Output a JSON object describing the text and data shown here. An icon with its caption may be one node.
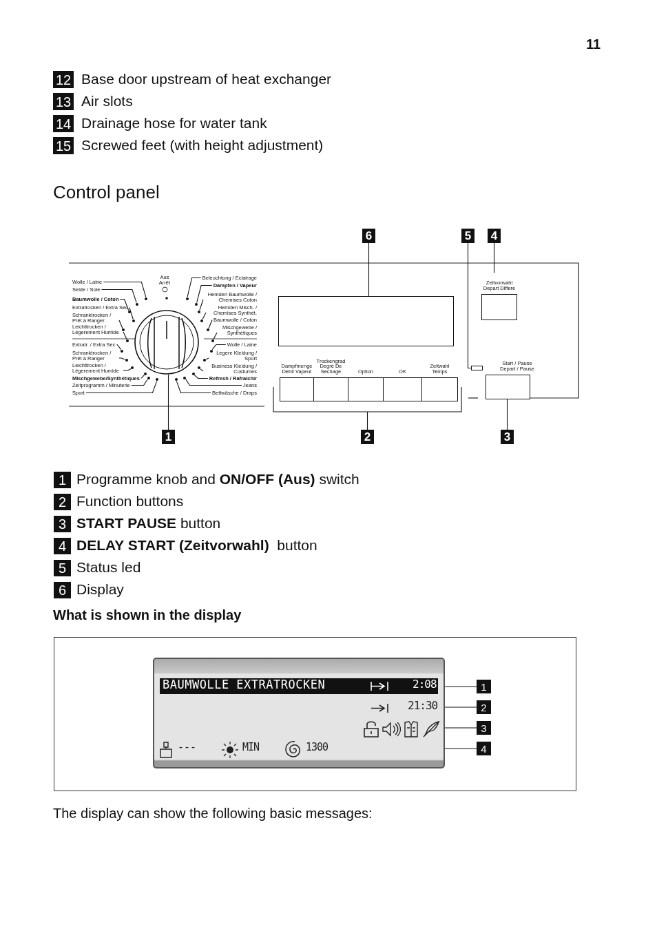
{
  "diagram": {
    "nodes": [
      {
        "text": [
          "6"
        ]
      },
      {
        "text": [
          "5"
        ]
      },
      {
        "text": [
          "4"
        ]
      },
      {
        "text": [
          "Wolle / Laine"
        ]
      },
      {
        "text": [
          "Seide / Soie"
        ]
      },
      {
        "text": [
          "Baumwolle / Coton"
        ]
      },
      {
        "text": [
          "Extratrocken / Extra Sec"
        ]
      },
      {
        "text": [
          "Schranktrocken / Prêt à Ranger"
        ]
      },
      {
        "text": [
          "Leichttrocken / Légerement Humide"
        ]
      },
      {
        "text": [
          "Extratr. / Extra Sec"
        ]
      },
      {
        "text": [
          "Schranktrocken / Prêt à Ranger"
        ]
      },
      {
        "text": [
          "Leichttrocken / Légerement Humide"
        ]
      },
      {
        "text": [
          "Mischgewebe/Synthétiques"
        ]
      },
      {
        "text": [
          "Zeitprogramm / Minuterie"
        ]
      },
      {
        "text": [
          "Sport"
        ]
      },
      {
        "text": [
          "Beleuchtung / Eclairage"
        ]
      },
      {
        "text": [
          "Dampfen / Vapeur"
        ]
      },
      {
        "text": [
          "Hemden Baumwolle / Chemises Coton"
        ]
      },
      {
        "text": [
          "Hemden Misch. / Chemises Synthét."
        ]
      },
      {
        "text": [
          "Baumwolle / Coton"
        ]
      },
      {
        "text": [
          "Mischgewebe / Synthétiques"
        ]
      },
      {
        "text": [
          "Wolle / Laine"
        ]
      },
      {
        "text": [
          "Legere Kleidung / Sport"
        ]
      },
      {
        "text": [
          "Business Kleidung / Costumes"
        ]
      },
      {
        "text": [
          "Refresh / Rafraîchir"
        ]
      },
      {
        "text": [
          "Jeans"
        ]
      },
      {
        "text": [
          "Bettwäsche / Draps"
        ]
      },
      {
        "text": [],
        "shape": "circle"
      },
      {
        "text": [],
        "shape": "box"
      },
      {
        "text": [
          "Zeitvorwahl Depart Differe"
        ]
      },
      {
        "text": [],
        "shape": "box"
      },
      {
        "text": [],
        "shape": "bar"
      },
      {
        "text": [
          "Dampfmenge Debit Vapeur"
        ],
        "in": 31
      },
      {
        "text": [
          "Trockengrad Degré De Séchage"
        ],
        "in": 31
      },
      {
        "text": [
          "Option"
        ],
        "in": 31
      },
      {
        "text": [
          "OK"
        ],
        "in": 31
      },
      {
        "text": [
          "Zeitwahl Temps"
        ],
        "in": 31
      },
      {
        "text": [
          "Start / Pause Depart / Pause"
        ]
      },
      {
        "text": [
          "1"
        ]
      },
      {
        "text": [
          "2"
        ]
      },
      {
        "text": [
          "3"
        ]
      },
      {
        "text": [
          "BAUMWOLLE EXTRATROCKEN",
          "2:08",
          "21:30",
          "---",
          "MIN",
          "1300"
        ]
      },
      {
        "text": [
          "1"
        ]
      },
      {
        "text": [
          "2"
        ]
      },
      {
        "text": [
          "3"
        ]
      },
      {
        "text": [
          "4"
        ]
      },
      {
        "text": [],
        "shape": "circle"
      },
      {
        "text": [],
        "shape": "circle"
      },
      {
        "text": [],
        "shape": "circle"
      },
      {
        "text": [],
        "shape": "circle"
      },
      {
        "text": [],
        "shape": "circle"
      },
      {
        "text": [],
        "shape": "circle"
      },
      {
        "text": [],
        "shape": "circle"
      },
      {
        "text": [],
        "shape": "circle"
      },
      {
        "text": [],
        "shape": "circle"
      },
      {
        "text": [],
        "shape": "circle"
      },
      {
        "text": [],
        "shape": "circle"
      },
      {
        "text": [],
        "shape": "circle"
      },
      {
        "text": [],
        "shape": "circle"
      },
      {
        "text": [],
        "shape": "circle"
      },
      {
        "text": [],
        "shape": "circle"
      },
      {
        "text": [],
        "shape": "circle"
      },
      {
        "text": [],
        "shape": "circle"
      },
      {
        "text": [],
        "shape": "circle"
      },
      {
        "text": [],
        "shape": "circle"
      },
      {
        "text": [],
        "shape": "circle"
      },
      {
        "text": [],
        "shape": "circle"
      },
      {
        "text": [],
        "shape": "circle"
      },
      {
        "text": [],
        "shape": "circle"
      },
      {
        "text": [],
        "shape": "circle"
      }
    ],
    "edges": [
      {
        "from": 0,
        "to": 28,
        "arrow": "none"
      },
      {
        "from": 1,
        "to": 30,
        "arrow": "none"
      },
      {
        "from": 2,
        "to": 29,
        "arrow": "none"
      },
      {
        "from": 3,
        "to": 46,
        "arrow": "none"
      },
      {
        "from": 4,
        "to": 47,
        "arrow": "none"
      },
      {
        "from": 5,
        "to": 48,
        "arrow": "none"
      },
      {
        "from": 6,
        "to": 49,
        "arrow": "none"
      },
      {
        "from": 7,
        "to": 50,
        "arrow": "none"
      },
      {
        "from": 8,
        "to": 51,
        "arrow": "none"
      },
      {
        "from": 9,
        "to": 52,
        "arrow": "none"
      },
      {
        "from": 10,
        "to": 53,
        "arrow": "none"
      },
      {
        "from": 11,
        "to": 54,
        "arrow": "none"
      },
      {
        "from": 12,
        "to": 55,
        "arrow": "none"
      },
      {
        "from": 13,
        "to": 56,
        "arrow": "none"
      },
      {
        "from": 14,
        "to": 57,
        "arrow": "none"
      },
      {
        "from": 15,
        "to": 58,
        "arrow": "none"
      },
      {
        "from": 16,
        "to": 59,
        "arrow": "none"
      },
      {
        "from": 17,
        "to": 60,
        "arrow": "none"
      },
      {
        "from": 18,
        "to": 61,
        "arrow": "none"
      },
      {
        "from": 19,
        "to": 62,
        "arrow": "none"
      },
      {
        "from": 20,
        "to": 63,
        "arrow": "none"
      },
      {
        "from": 21,
        "to": 64,
        "arrow": "none"
      },
      {
        "from": 22,
        "to": 65,
        "arrow": "none"
      },
      {
        "from": 23,
        "to": 66,
        "arrow": "none"
      },
      {
        "from": 24,
        "to": 67,
        "arrow": "none"
      },
      {
        "from": 25,
        "to": 68,
        "arrow": "none"
      },
      {
        "from": 26,
        "to": 69,
        "arrow": "none"
      },
      {
        "from": 38,
        "to": 27,
        "arrow": "none"
      },
      {
        "from": 39,
        "to": 31,
        "arrow": "none"
      },
      {
        "from": 40,
        "to": 37,
        "arrow": "none"
      },
      {
        "from": 42,
        "to": 41,
        "arrow": "none"
      },
      {
        "from": 43,
        "to": 41,
        "arrow": "none"
      },
      {
        "from": 44,
        "to": 41,
        "arrow": "none"
      },
      {
        "from": 45,
        "to": 41,
        "arrow": "none"
      }
    ],
    "labels": [
      "11",
      "12",
      "Base door upstream of heat exchanger",
      "13",
      "Air slots",
      "14",
      "Drainage hose for water tank",
      "15",
      "Screwed feet (with height adjustment)",
      "Control panel",
      "Aus Arrêt",
      "1",
      "Programme knob and **ON/OFF (Aus)** switch",
      "2",
      "Function buttons",
      "3",
      "**START PAUSE** button",
      "4",
      "**DELAY START (Zeitvorwahl)**  button",
      "5",
      "Status led",
      "6",
      "Display",
      "What is shown in the display",
      "The display can show the following basic messages:"
    ]
  }
}
